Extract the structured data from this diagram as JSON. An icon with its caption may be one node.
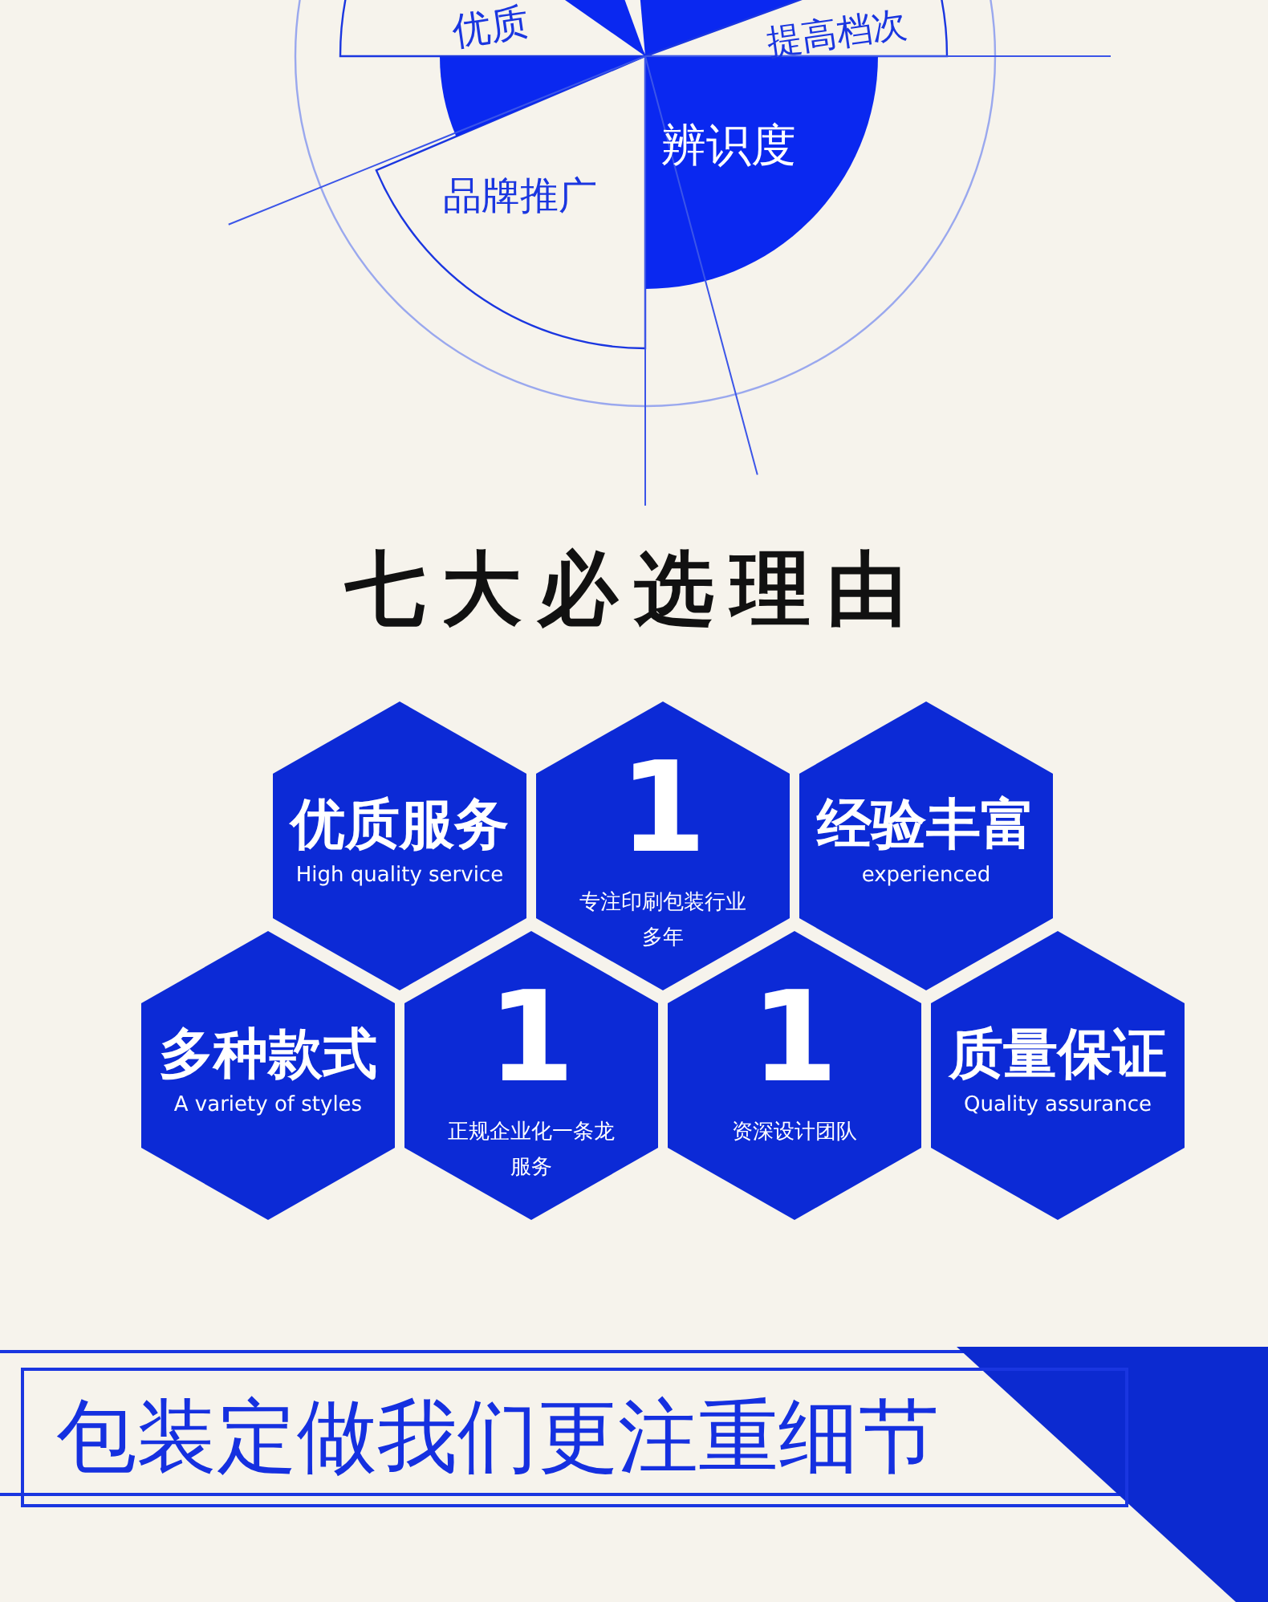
{
  "diagram": {
    "title": "七大必选理由",
    "nodes": [
      {
        "text": [
          "优质服务",
          "High quality service"
        ]
      },
      {
        "text": [
          "1",
          "专注印刷包装行业多年"
        ]
      },
      {
        "text": [
          "经验丰富",
          "experienced"
        ]
      },
      {
        "text": [
          "多种款式",
          "A variety of styles"
        ]
      },
      {
        "text": [
          "1",
          "正规企业化一条龙服务"
        ]
      },
      {
        "text": [
          "1",
          "资深设计团队"
        ]
      },
      {
        "text": [
          "质量保证",
          "Quality assurance"
        ]
      }
    ],
    "labels": [
      "优质",
      "提高档次",
      "辨识度",
      "品牌推广",
      "包装定做我们更注重细节"
    ]
  }
}
